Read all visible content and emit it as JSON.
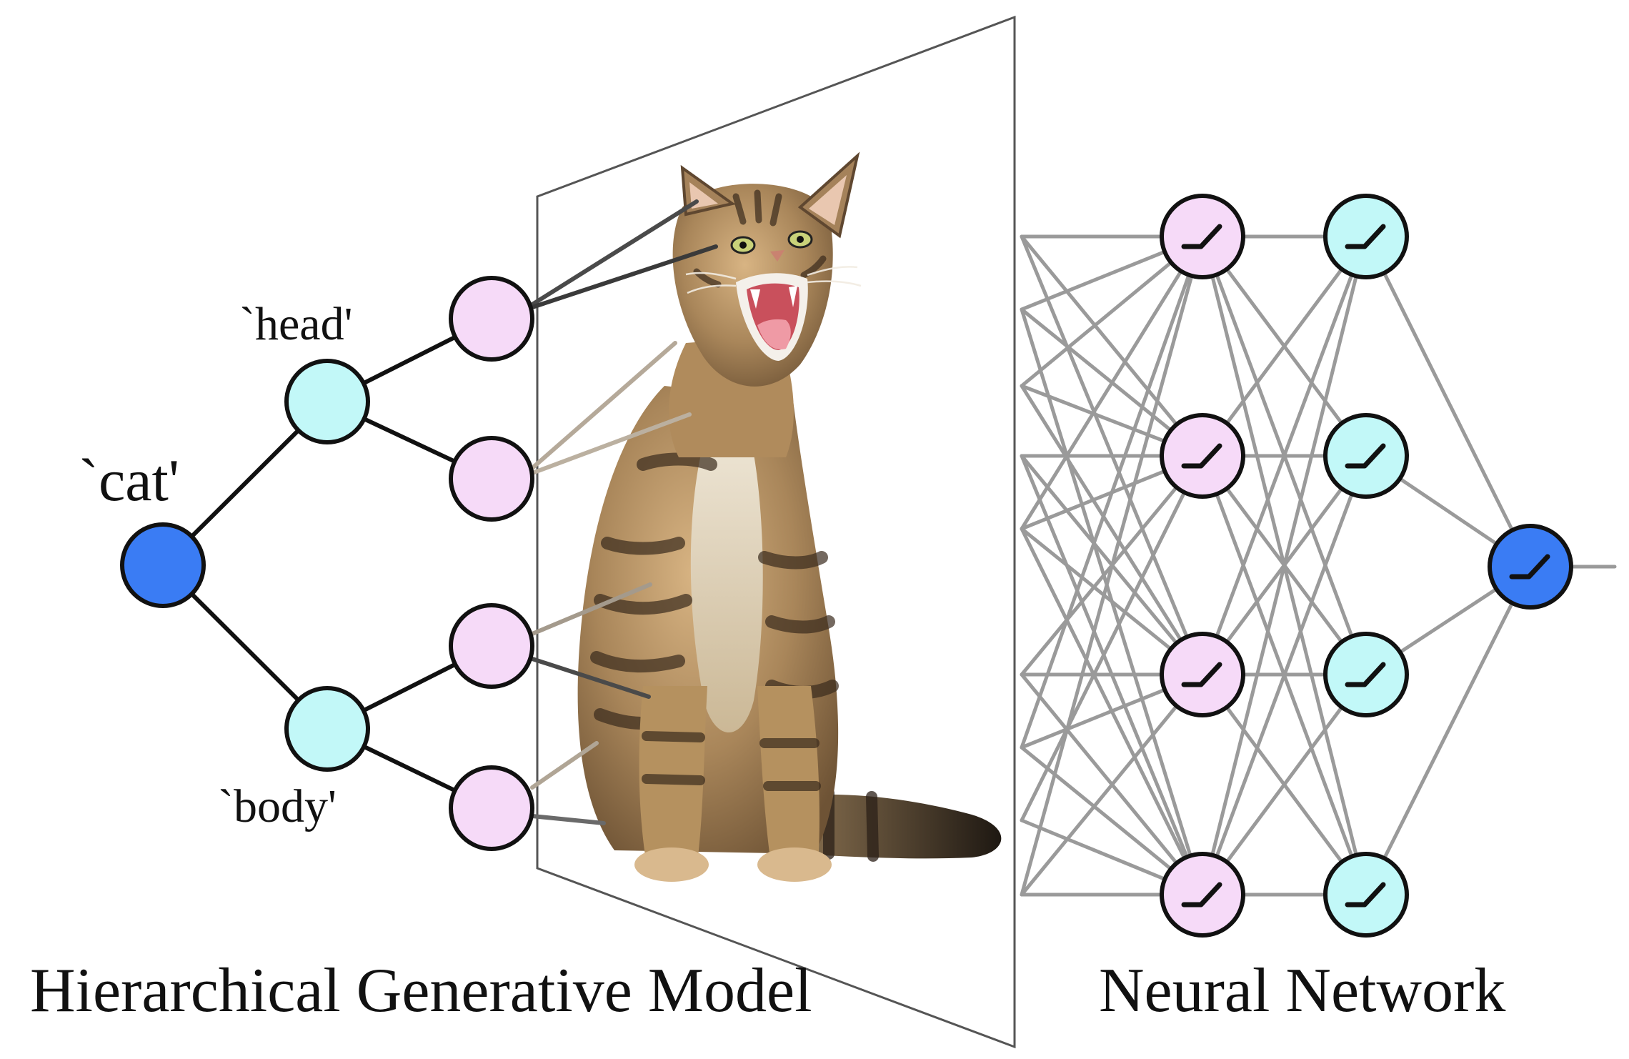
{
  "labels": {
    "cat": "`cat'",
    "head": "`head'",
    "body": "`body'"
  },
  "titles": {
    "left": "Hierarchical Generative Model",
    "right": "Neural Network"
  },
  "colors": {
    "root_node": "#3a7cf4",
    "mid_node": "#c2f8f8",
    "leaf_node": "#f6daf8",
    "nn_layer1": "#f6daf8",
    "nn_layer2": "#c2f8f8",
    "nn_output": "#3a7cf4",
    "edge": "#111111",
    "nn_edge": "#9a9a9a"
  },
  "icons": {
    "neuron_activation": "relu-icon",
    "image_subject": "cat-illustration"
  }
}
